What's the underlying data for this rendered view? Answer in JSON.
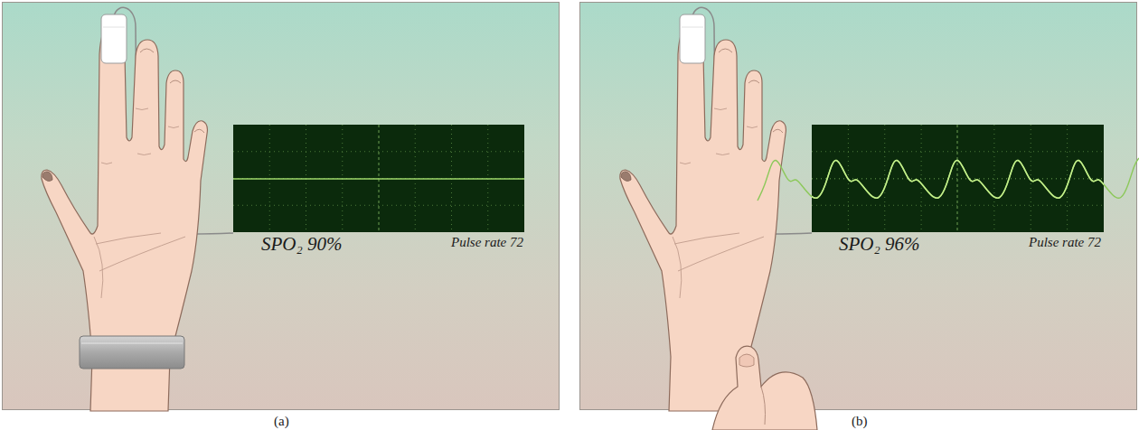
{
  "diagram": {
    "nodes": [
      {
        "text": [
          "SPO₂ 90%",
          "Pulse rate 72",
          "(a)"
        ]
      },
      {
        "text": [
          "SPO₂ 96%",
          "Pulse rate 72",
          "(b)"
        ]
      }
    ]
  }
}
